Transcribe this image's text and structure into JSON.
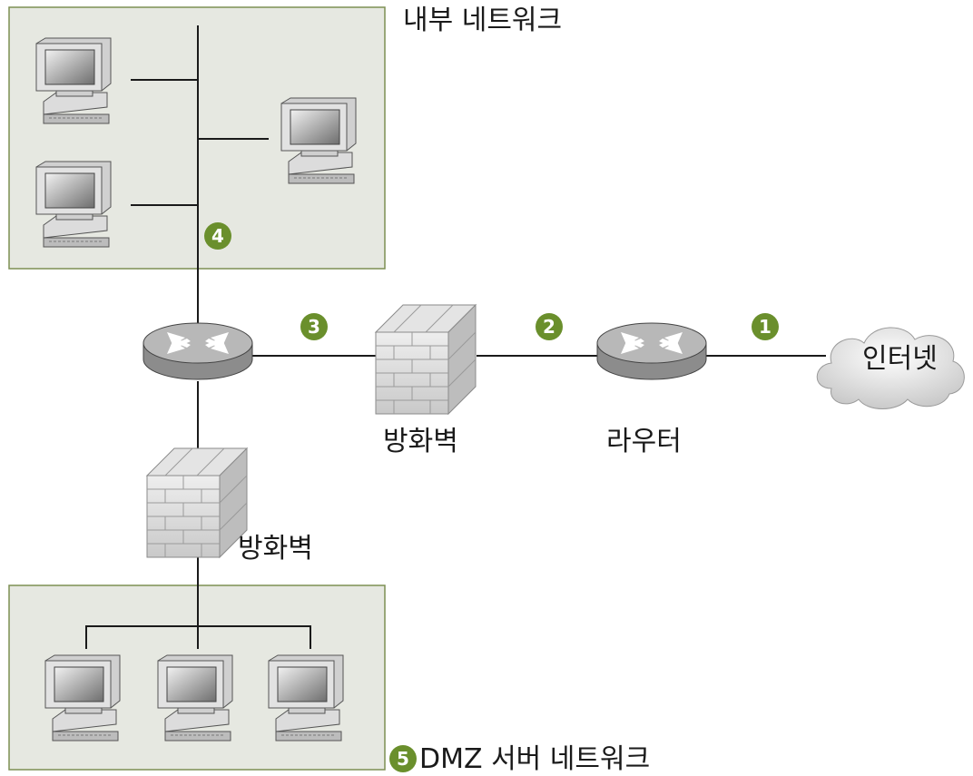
{
  "zones": {
    "internal": {
      "label": "내부 네트워크"
    },
    "dmz": {
      "label": "DMZ 서버 네트워크",
      "marker": "5"
    }
  },
  "nodes": {
    "internet": {
      "label": "인터넷"
    },
    "router_outer": {
      "label": "라우터"
    },
    "firewall_outer": {
      "label": "방화벽"
    },
    "firewall_dmz": {
      "label": "방화벽"
    }
  },
  "markers": [
    "1",
    "2",
    "3",
    "4"
  ],
  "colors": {
    "zone_fill": "#e6e8e1",
    "zone_border": "#7d8f53",
    "marker": "#6a8f2c"
  },
  "icons": [
    "computer-icon",
    "router-icon",
    "firewall-icon",
    "cloud-icon"
  ]
}
